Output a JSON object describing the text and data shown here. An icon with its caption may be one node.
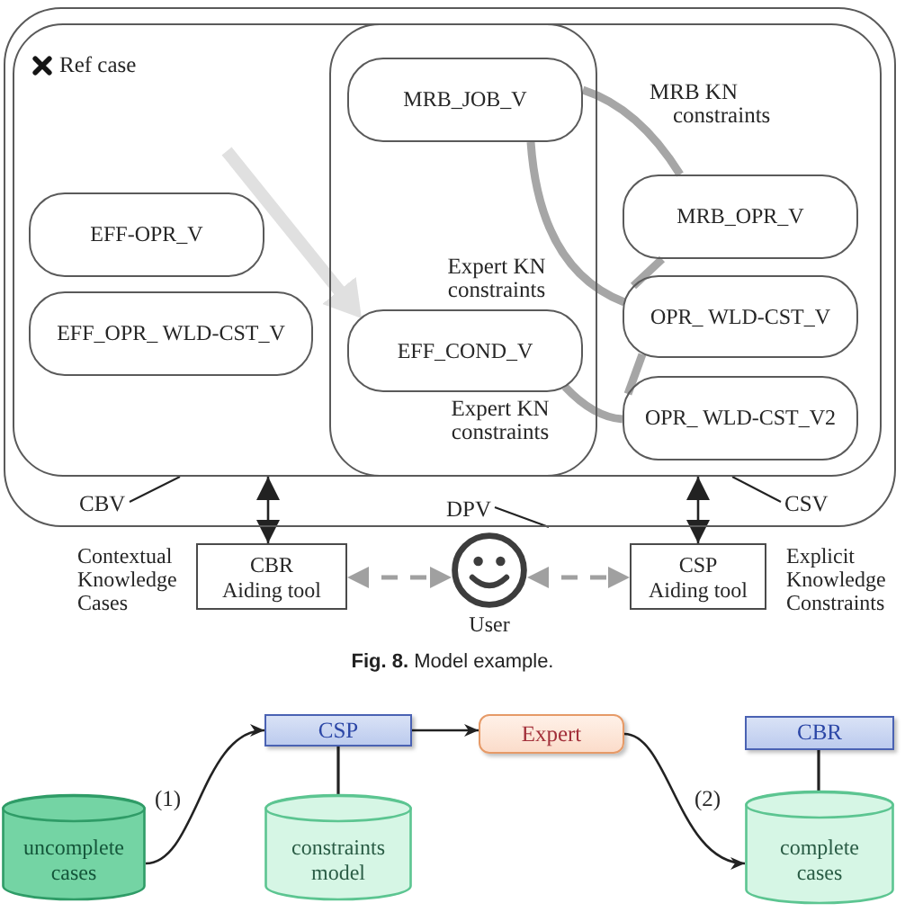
{
  "diagram": {
    "caption": "**Fig. 8.** Model example.",
    "nodes": [
      {
        "text": [],
        "shape": "box"
      },
      {
        "text": [],
        "shape": "box",
        "in": 0
      },
      {
        "text": [],
        "shape": "box",
        "in": 0
      },
      {
        "text": [
          "MRB_JOB_V"
        ]
      },
      {
        "text": [
          "EFF-OPR_V"
        ],
        "in": 1
      },
      {
        "text": [
          "EFF_OPR_ WLD-CST_V"
        ],
        "in": 1
      },
      {
        "text": [
          "EFF_COND_V"
        ]
      },
      {
        "text": [
          "MRB_OPR_V"
        ],
        "in": 2
      },
      {
        "text": [
          "OPR_ WLD-CST_V"
        ],
        "in": 2
      },
      {
        "text": [
          "OPR_ WLD-CST_V2"
        ],
        "in": 2
      },
      {
        "text": [
          "CBV"
        ],
        "in": 0
      },
      {
        "text": [
          "DPV"
        ],
        "in": 0
      },
      {
        "text": [
          "CSV"
        ],
        "in": 0
      },
      {
        "text": [
          "CBR Aiding tool"
        ],
        "beside": [
          "Contextual Knowledge Cases"
        ]
      },
      {
        "text": [
          "User"
        ]
      },
      {
        "text": [
          "CSP Aiding tool"
        ],
        "beside": [
          "Explicit Knowledge Constraints"
        ]
      },
      {
        "text": [
          "CSP"
        ]
      },
      {
        "text": [
          "Expert"
        ]
      },
      {
        "text": [
          "CBR"
        ]
      },
      {
        "text": [
          "uncomplete cases"
        ]
      },
      {
        "text": [
          "constraints model"
        ]
      },
      {
        "text": [
          "complete cases"
        ]
      }
    ],
    "edges": [
      {
        "from": 3,
        "to": 7,
        "arrow": "none",
        "label": "MRB KN constraints",
        "style": "thick",
        "color": "#a6a6a6"
      },
      {
        "from": 3,
        "to": 8,
        "arrow": "none",
        "label": "Expert KN constraints",
        "style": "thick",
        "color": "#a6a6a6"
      },
      {
        "from": 7,
        "to": 8,
        "arrow": "none",
        "style": "thick",
        "color": "#a6a6a6"
      },
      {
        "from": 8,
        "to": 9,
        "arrow": "none",
        "style": "thick",
        "color": "#a6a6a6"
      },
      {
        "from": 6,
        "to": 9,
        "arrow": "none",
        "label": "Expert KN constraints",
        "style": "thick",
        "color": "#a6a6a6"
      },
      {
        "from": null,
        "to": 6,
        "arrow": "to",
        "style": "thick",
        "color": "#e0e0e0"
      },
      {
        "from": 10,
        "to": 1,
        "arrow": "none"
      },
      {
        "from": 11,
        "to": 0,
        "arrow": "none"
      },
      {
        "from": 12,
        "to": 2,
        "arrow": "none"
      },
      {
        "from": 1,
        "to": 13,
        "arrow": "both"
      },
      {
        "from": 2,
        "to": 15,
        "arrow": "both"
      },
      {
        "from": 13,
        "to": 14,
        "arrow": "both",
        "style": "dashed",
        "color": "#a0a0a0"
      },
      {
        "from": 14,
        "to": 15,
        "arrow": "both",
        "style": "dashed",
        "color": "#a0a0a0"
      },
      {
        "from": 19,
        "to": 16,
        "arrow": "to",
        "label": "(1)"
      },
      {
        "from": 16,
        "to": 17,
        "arrow": "to"
      },
      {
        "from": 17,
        "to": 21,
        "arrow": "to",
        "label": "(2)"
      },
      {
        "from": 16,
        "to": 20,
        "arrow": "none"
      },
      {
        "from": 18,
        "to": 21,
        "arrow": "none"
      }
    ],
    "labels": [
      "Ref case"
    ]
  }
}
